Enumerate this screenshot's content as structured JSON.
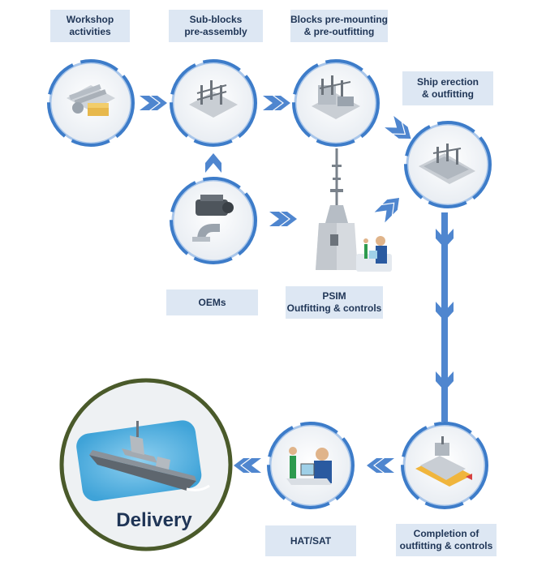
{
  "colors": {
    "ring": "#3d7cc9",
    "ring_light": "#a9c6ea",
    "arrow": "#4f86cf",
    "label_bg": "#dde7f3",
    "label_text": "#1f3556",
    "delivery_ring": "#4a5a2a"
  },
  "labels": {
    "workshop": [
      "Workshop",
      "activities"
    ],
    "subblocks": [
      "Sub-blocks",
      "pre-assembly"
    ],
    "blocks": [
      "Blocks pre-mounting",
      "& pre-outfitting"
    ],
    "erection": [
      "Ship erection",
      "& outfitting"
    ],
    "oems": [
      "OEMs"
    ],
    "psim": [
      "PSIM",
      "Outfitting & controls"
    ],
    "completion": [
      "Completion of",
      "outfitting & controls"
    ],
    "hatsat": [
      "HAT/SAT"
    ],
    "delivery": "Delivery"
  },
  "icons": {
    "workshop": "steel-materials-icon",
    "subblocks": "hull-subblock-icon",
    "blocks": "hull-block-icon",
    "erection": "ship-erection-icon",
    "oems": "engine-equipment-icon",
    "psim": "mast-equipment-icon",
    "completion": "ship-outfitting-icon",
    "hatsat": "test-engineer-icon",
    "delivery": "frigate-ship-icon"
  }
}
